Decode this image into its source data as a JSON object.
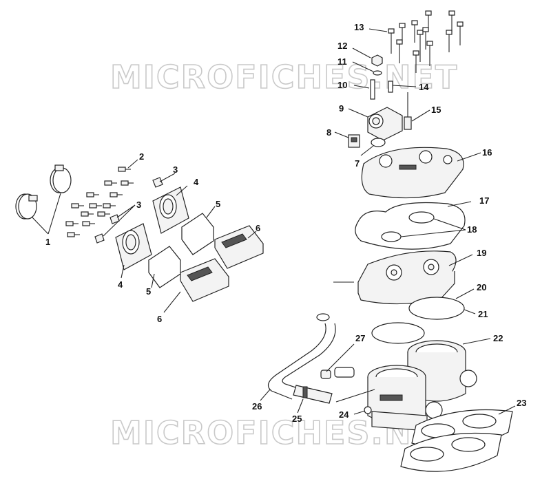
{
  "watermark": "MICROFICHES.NET",
  "callouts": {
    "c1": "1",
    "c2": "2",
    "c3a": "3",
    "c3b": "3",
    "c4a": "4",
    "c4b": "4",
    "c5a": "5",
    "c5b": "5",
    "c6a": "6",
    "c6b": "6",
    "c7": "7",
    "c8": "8",
    "c9": "9",
    "c10": "10",
    "c11": "11",
    "c12": "12",
    "c13": "13",
    "c14": "14",
    "c15": "15",
    "c16": "16",
    "c17": "17",
    "c18": "18",
    "c19": "19",
    "c20": "20",
    "c21": "21",
    "c22": "22",
    "c23": "23",
    "c24": "24",
    "c25": "25",
    "c26": "26",
    "c27": "27"
  }
}
